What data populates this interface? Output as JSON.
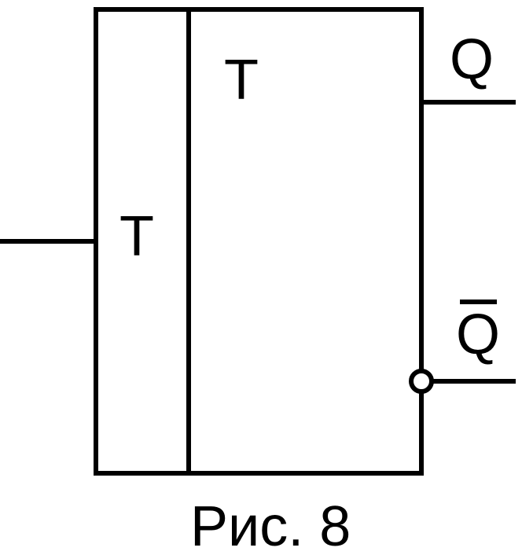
{
  "diagram": {
    "input_label": "T",
    "function_label": "T",
    "output_q_label": "Q",
    "output_qbar_label": "Q",
    "caption": "Рис. 8"
  },
  "colors": {
    "stroke": "#000000",
    "background": "#ffffff"
  }
}
